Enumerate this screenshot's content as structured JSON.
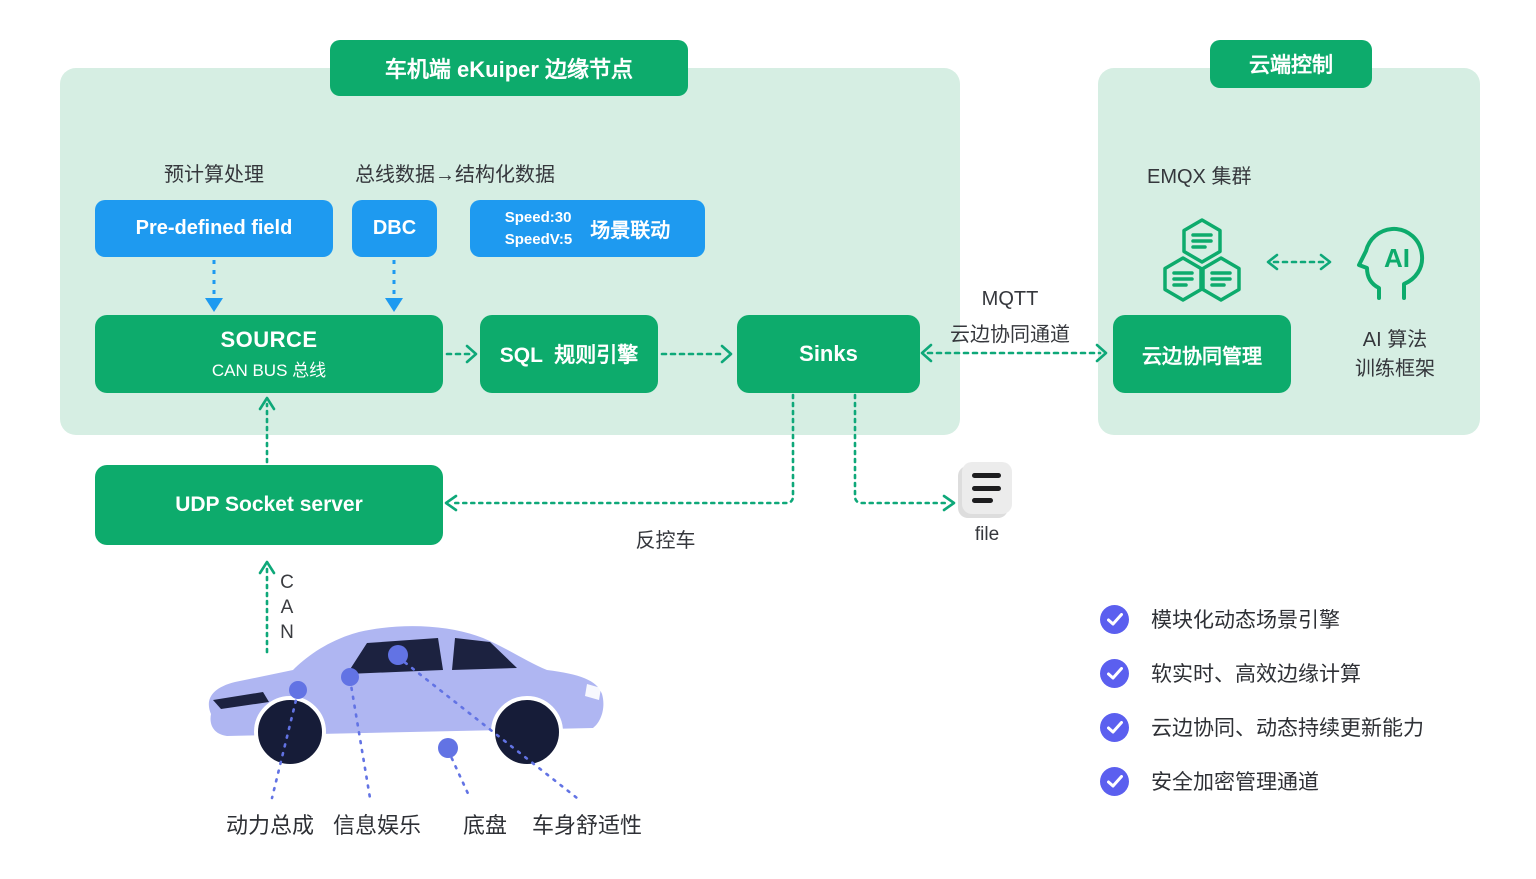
{
  "edge_panel": {
    "title": "车机端 eKuiper 边缘节点",
    "precompute_label": "预计算处理",
    "bus_label": "总线数据→结构化数据",
    "predefined_field": "Pre-defined field",
    "dbc": "DBC",
    "speed_line1": "Speed:30",
    "speed_line2": "SpeedV:5",
    "scene_linkage": "场景联动",
    "source_title": "SOURCE",
    "source_subtitle": "CAN BUS 总线",
    "sql_engine": "SQL  规则引擎",
    "sinks": "Sinks"
  },
  "cloud_panel": {
    "title": "云端控制",
    "emqx_cluster": "EMQX 集群",
    "cloud_edge_mgmt": "云边协同管理",
    "ai_icon_text": "AI",
    "ai_line1": "AI 算法",
    "ai_line2": "训练框架"
  },
  "connections": {
    "mqtt_line1": "MQTT",
    "mqtt_line2": "云边协同通道",
    "reverse_control": "反控车",
    "udp_server": "UDP Socket server",
    "file_label": "file",
    "can_letters": [
      "C",
      "A",
      "N"
    ]
  },
  "car": {
    "labels": [
      "动力总成",
      "信息娱乐",
      "底盘",
      "车身舒适性"
    ]
  },
  "features": [
    "模块化动态场景引擎",
    "软实时、高效边缘计算",
    "云边协同、动态持续更新能力",
    "安全加密管理通道"
  ],
  "colors": {
    "brand_green": "#0dab6c",
    "panel_mint": "#d6eee3",
    "accent_blue": "#1e9af0",
    "connector_teal": "#0ea879",
    "check_purple": "#5b5fef",
    "car_body": "#afb6f2",
    "car_dark": "#1c2240",
    "leader_blue": "#6273e4"
  }
}
